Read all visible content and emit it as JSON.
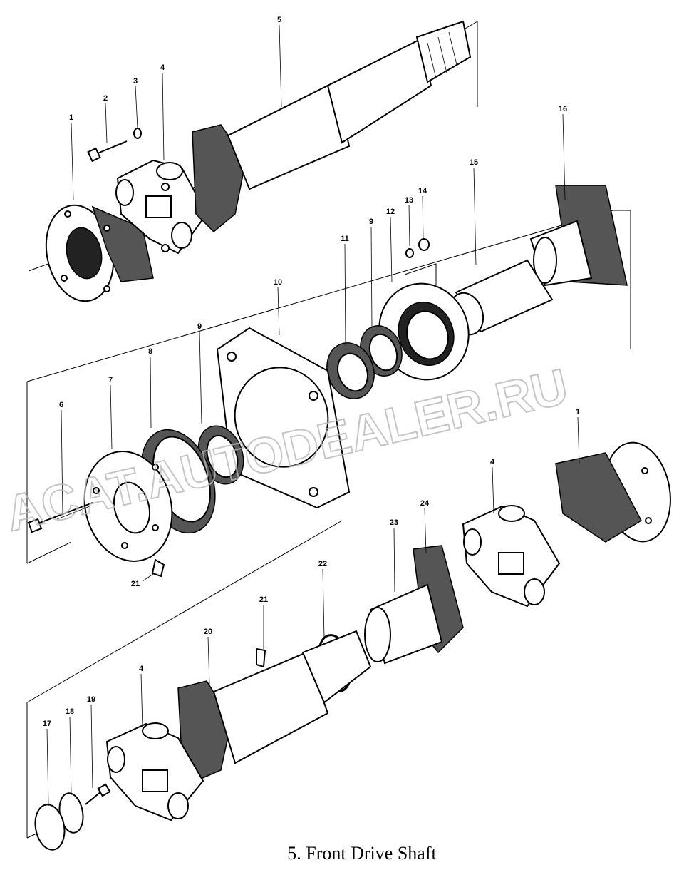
{
  "caption": "5. Front Drive Shaft",
  "watermark": "ACAT.AUTODEALER.RU",
  "callouts": [
    "1",
    "2",
    "3",
    "4",
    "5",
    "16",
    "15",
    "14",
    "13",
    "12",
    "11",
    "9",
    "10",
    "9",
    "8",
    "7",
    "6",
    "21",
    "1",
    "4",
    "24",
    "23",
    "22",
    "21",
    "20",
    "4",
    "19",
    "18",
    "17"
  ]
}
